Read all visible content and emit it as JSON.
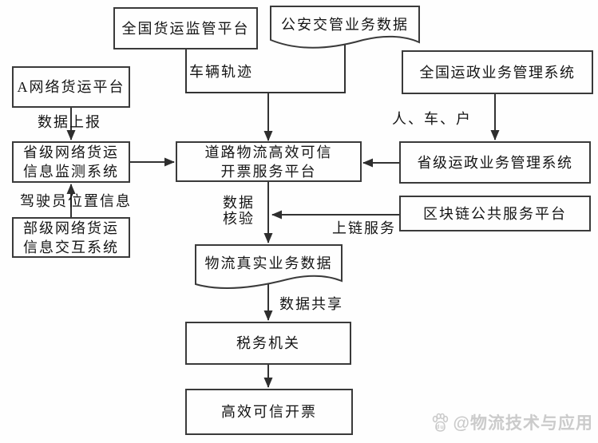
{
  "diagram": {
    "nodes": {
      "national_freight_supervision": {
        "lines": [
          "全国货运监管平台"
        ]
      },
      "public_security_traffic_data": {
        "lines": [
          "公安交管业务数据"
        ]
      },
      "a_network_freight": {
        "lines": [
          "A网络货运平台"
        ]
      },
      "national_transport_admin": {
        "lines": [
          "全国运政业务管理系统"
        ]
      },
      "provincial_freight_monitoring": {
        "lines": [
          "省级网络货运",
          "信息监测系统"
        ]
      },
      "invoice_service_platform": {
        "lines": [
          "道路物流高效可信",
          "开票服务平台"
        ]
      },
      "provincial_transport_admin": {
        "lines": [
          "省级运政业务管理系统"
        ]
      },
      "ministry_freight_exchange": {
        "lines": [
          "部级网络货运",
          "信息交互系统"
        ]
      },
      "blockchain_public_service": {
        "lines": [
          "区块链公共服务平台"
        ]
      },
      "logistics_real_business_data": {
        "lines": [
          "物流真实业务数据"
        ]
      },
      "tax_authority": {
        "lines": [
          "税务机关"
        ]
      },
      "trusted_invoicing": {
        "lines": [
          "高效可信开票"
        ]
      }
    },
    "edge_labels": {
      "vehicle_trajectory": "车辆轨迹",
      "data_report": "数据上报",
      "person_vehicle_account": "人、车、户",
      "driver_location": "驾驶员位置信息",
      "data_verification_line1": "数据",
      "data_verification_line2": "核验",
      "chain_service": "上链服务",
      "data_sharing": "数据共享"
    },
    "line_color": "#333333"
  },
  "watermark": {
    "handle": "@物流技术与应用",
    "icon": "baidu-paw-icon"
  }
}
